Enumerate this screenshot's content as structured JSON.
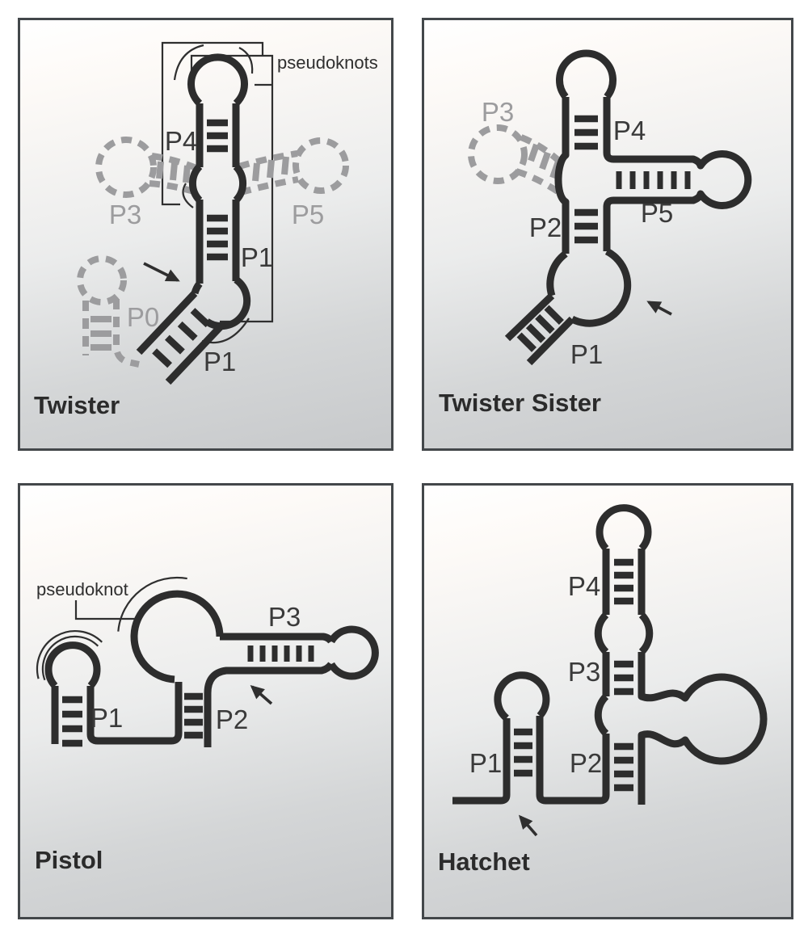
{
  "figure": {
    "description": "Secondary structure schematics of four small self-cleaving ribozymes",
    "panels": {
      "twister": {
        "title": "Twister",
        "labels": {
          "pseudoknots": "pseudoknots",
          "p4": "P4",
          "p3": "P3",
          "p5": "P5",
          "p1_inner": "P1",
          "p0": "P0",
          "p1_stem": "P1"
        }
      },
      "twister_sister": {
        "title": "Twister Sister",
        "labels": {
          "p3": "P3",
          "p4": "P4",
          "p5": "P5",
          "p2": "P2",
          "p1": "P1"
        }
      },
      "pistol": {
        "title": "Pistol",
        "labels": {
          "pseudoknot": "pseudoknot",
          "p3": "P3",
          "p1": "P1",
          "p2": "P2"
        }
      },
      "hatchet": {
        "title": "Hatchet",
        "labels": {
          "p4": "P4",
          "p3": "P3",
          "p1": "P1",
          "p2": "P2"
        }
      }
    },
    "colors": {
      "structure": "#2d2d2d",
      "optional_elements": "#9c9c9e",
      "panel_border": "#43474a",
      "panel_background_top": "#ffffff",
      "panel_background_bottom": "#c7c9cb",
      "label_text": "#3a3a3a",
      "title_text": "#2b2b2b"
    }
  }
}
